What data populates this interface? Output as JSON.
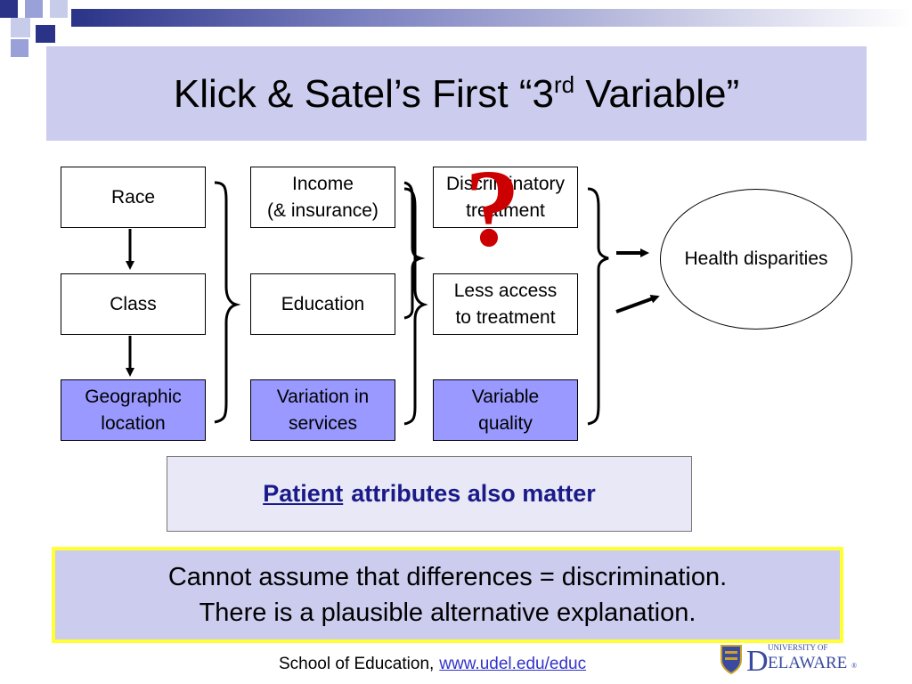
{
  "title": {
    "main": "Klick & Satel’s First “3",
    "superscript": "rd",
    "after": " Variable”"
  },
  "diagram": {
    "col1": [
      "Race",
      "Class",
      [
        "Geographic",
        "location"
      ]
    ],
    "col2": [
      [
        "Income",
        "(& insurance)"
      ],
      "Education",
      [
        "Variation in",
        "services"
      ]
    ],
    "col3": [
      [
        "Discriminatory",
        "treatment"
      ],
      [
        "Less access",
        "to treatment"
      ],
      [
        "Variable",
        "quality"
      ]
    ],
    "question_mark": "?",
    "outcome": "Health disparities"
  },
  "patient_note": {
    "underlined": "Patient",
    "rest": "attributes also matter"
  },
  "callout": {
    "line1": "Cannot assume that differences = discrimination.",
    "line2": "There is a plausible alternative explanation."
  },
  "footer": {
    "text": "School of Education,",
    "link": "www.udel.edu/educ"
  },
  "logo": {
    "line1": "UNIVERSITY OF",
    "line2": "ELAWARE",
    "initial": "D",
    "reg": "®"
  },
  "colors": {
    "title_bg": "#ccccee",
    "highlight_box": "#9999ff",
    "question_mark": "#cc0000",
    "callout_border": "#ffff33",
    "link": "#3333cc",
    "header_gradient": "#2b3388"
  }
}
